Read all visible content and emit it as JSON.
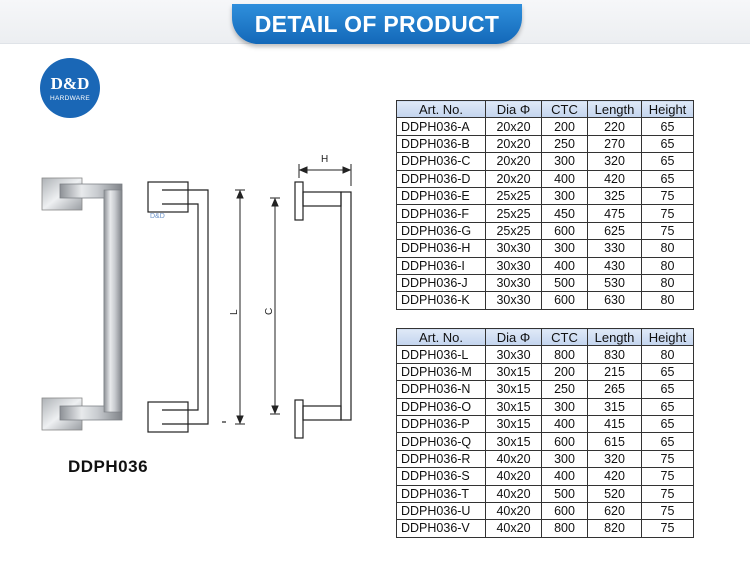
{
  "header": {
    "title": "DETAIL OF PRODUCT"
  },
  "logo": {
    "main": "D&D",
    "sub": "HARDWARE"
  },
  "drawing": {
    "watermark": "D&D",
    "dim_h": "H",
    "dim_l": "L",
    "dim_c": "C"
  },
  "product": {
    "model": "DDPH036"
  },
  "columns": [
    "Art. No.",
    "Dia Φ",
    "CTC",
    "Length",
    "Height"
  ],
  "tables": [
    {
      "rows": [
        [
          "DDPH036-A",
          "20x20",
          "200",
          "220",
          "65"
        ],
        [
          "DDPH036-B",
          "20x20",
          "250",
          "270",
          "65"
        ],
        [
          "DDPH036-C",
          "20x20",
          "300",
          "320",
          "65"
        ],
        [
          "DDPH036-D",
          "20x20",
          "400",
          "420",
          "65"
        ],
        [
          "DDPH036-E",
          "25x25",
          "300",
          "325",
          "75"
        ],
        [
          "DDPH036-F",
          "25x25",
          "450",
          "475",
          "75"
        ],
        [
          "DDPH036-G",
          "25x25",
          "600",
          "625",
          "75"
        ],
        [
          "DDPH036-H",
          "30x30",
          "300",
          "330",
          "80"
        ],
        [
          "DDPH036-I",
          "30x30",
          "400",
          "430",
          "80"
        ],
        [
          "DDPH036-J",
          "30x30",
          "500",
          "530",
          "80"
        ],
        [
          "DDPH036-K",
          "30x30",
          "600",
          "630",
          "80"
        ]
      ]
    },
    {
      "rows": [
        [
          "DDPH036-L",
          "30x30",
          "800",
          "830",
          "80"
        ],
        [
          "DDPH036-M",
          "30x15",
          "200",
          "215",
          "65"
        ],
        [
          "DDPH036-N",
          "30x15",
          "250",
          "265",
          "65"
        ],
        [
          "DDPH036-O",
          "30x15",
          "300",
          "315",
          "65"
        ],
        [
          "DDPH036-P",
          "30x15",
          "400",
          "415",
          "65"
        ],
        [
          "DDPH036-Q",
          "30x15",
          "600",
          "615",
          "65"
        ],
        [
          "DDPH036-R",
          "40x20",
          "300",
          "320",
          "75"
        ],
        [
          "DDPH036-S",
          "40x20",
          "400",
          "420",
          "75"
        ],
        [
          "DDPH036-T",
          "40x20",
          "500",
          "520",
          "75"
        ],
        [
          "DDPH036-U",
          "40x20",
          "600",
          "620",
          "75"
        ],
        [
          "DDPH036-V",
          "40x20",
          "800",
          "820",
          "75"
        ]
      ]
    }
  ]
}
